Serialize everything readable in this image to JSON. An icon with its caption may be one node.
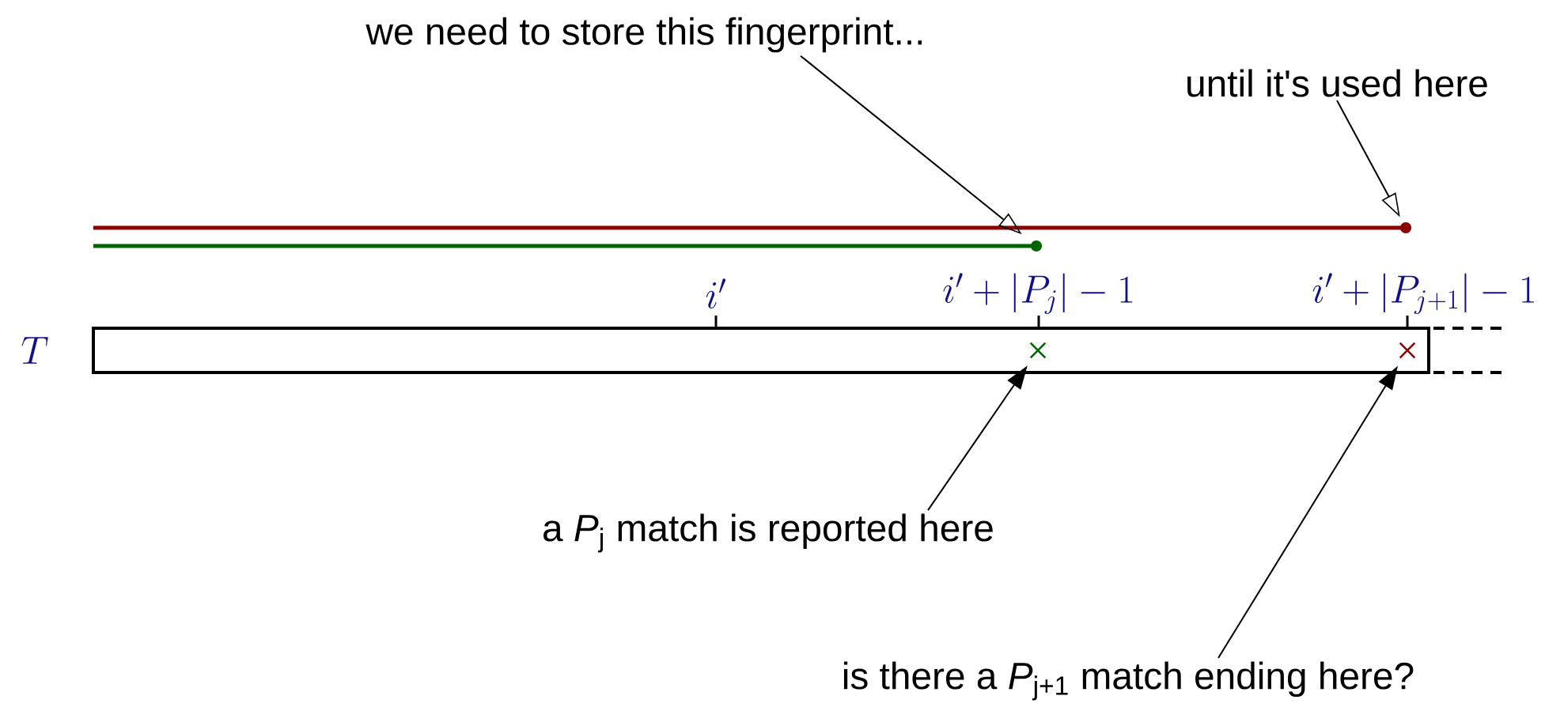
{
  "diagram": {
    "nodes": [
      {
        "text": [
          "we need to store this fingerprint..."
        ]
      },
      {
        "text": [
          "until it's used here"
        ]
      },
      {
        "text": [
          "a *P*$_{j}$ match is reported here"
        ]
      },
      {
        "text": [
          "is there a *P*$_{j+1}$ match ending here?"
        ]
      },
      {
        "text": [],
        "shape": "circle"
      },
      {
        "text": [],
        "shape": "circle"
      },
      {
        "text": [],
        "shape": "cross"
      },
      {
        "text": [],
        "shape": "cross"
      }
    ],
    "edges": [
      {
        "from": 0,
        "to": 4,
        "arrow": "to"
      },
      {
        "from": 1,
        "to": 5,
        "arrow": "to"
      },
      {
        "from": 2,
        "to": 6,
        "arrow": "to"
      },
      {
        "from": 3,
        "to": 7,
        "arrow": "to"
      }
    ],
    "labels": [
      "T",
      "i'",
      "i'+|P_j|-1",
      "i'+|P_{j+1}|-1"
    ]
  }
}
